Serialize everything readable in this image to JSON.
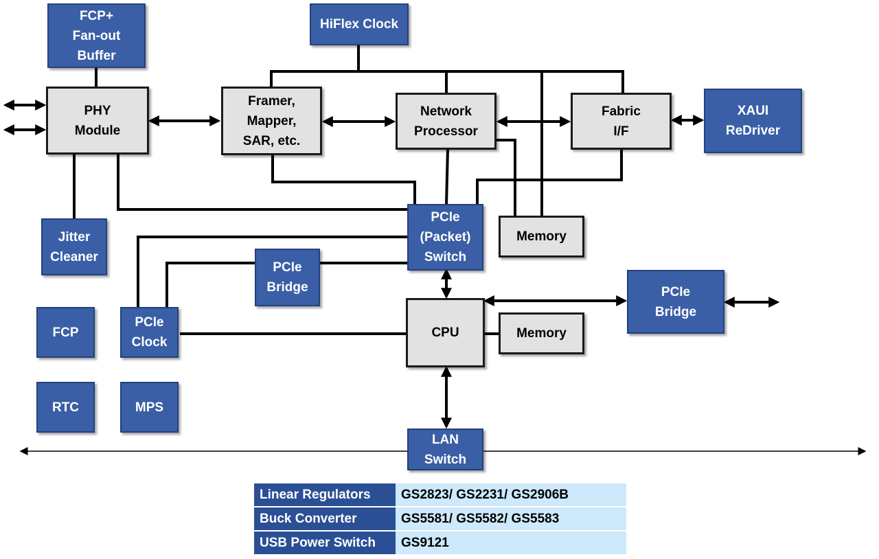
{
  "blocks": {
    "fcp_fanout": "FCP+\nFan-out\nBuffer",
    "hiflex_clock": "HiFlex Clock",
    "phy_module": "PHY\nModule",
    "framer": "Framer,\nMapper,\nSAR, etc.",
    "network_processor": "Network\nProcessor",
    "fabric_if": "Fabric\nI/F",
    "xaui_redriver": "XAUI\nReDriver",
    "jitter_cleaner": "Jitter\nCleaner",
    "pcie_switch": "PCIe\n(Packet)\nSwitch",
    "memory_top": "Memory",
    "pcie_bridge_left": "PCIe\nBridge",
    "pcie_bridge_right": "PCIe\nBridge",
    "fcp": "FCP",
    "pcie_clock": "PCIe\nClock",
    "cpu": "CPU",
    "memory_bottom": "Memory",
    "rtc": "RTC",
    "mps": "MPS",
    "lan_switch": "LAN\nSwitch"
  },
  "colors": {
    "block_blue": "#3a5fa6",
    "block_gray": "#e2e2e2",
    "table_dark": "#2b4f94",
    "table_light": "#cde9fb"
  },
  "regulator_table": [
    {
      "category": "Linear Regulators",
      "parts": "GS2823/ GS2231/ GS2906B"
    },
    {
      "category": "Buck Converter",
      "parts": "GS5581/ GS5582/ GS5583"
    },
    {
      "category": "USB Power Switch",
      "parts": "GS9121"
    }
  ]
}
